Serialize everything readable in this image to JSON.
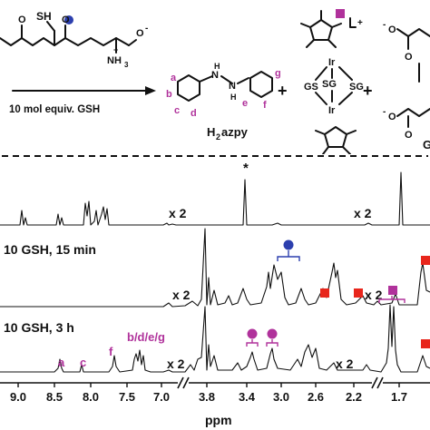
{
  "scheme": {
    "thiol_label": "SH",
    "ammonium_label": "NH",
    "ammonium_sub": "3",
    "plus_charge": "+",
    "charge_minus": "-",
    "carboxylate_O": "O",
    "arrow_label": "10 mol equiv. GSH",
    "product_label_h": "H",
    "product_label_sub": "2",
    "product_label_rest": "azpy",
    "proton_labels": [
      "a",
      "b",
      "c",
      "d",
      "e",
      "f",
      "g"
    ],
    "nh_label": "N",
    "h_label": "H",
    "plus_signs": [
      "+",
      "+"
    ],
    "metal_label": "Ir",
    "bridging_s": [
      "GS",
      "SG",
      "SG"
    ],
    "complex_charge": "+",
    "partial_label": "G"
  },
  "spectra": {
    "traces": [
      {
        "label": "",
        "scale_labels": [
          "x 2",
          "x 2"
        ]
      },
      {
        "label": "10 GSH, 15 min",
        "scale_labels": [
          "x 2",
          "x 2"
        ]
      },
      {
        "label": "10 GSH, 3 h",
        "scale_labels": [
          "x 2",
          "x 2"
        ]
      }
    ],
    "peak_annotations": {
      "star": "*",
      "top_trace": [
        "a",
        "c",
        "f",
        "b/d/e/g"
      ]
    },
    "x_axis": {
      "ticks": [
        "9.0",
        "8.5",
        "8.0",
        "7.5",
        "7.0",
        "3.8",
        "3.4",
        "3.0",
        "2.6",
        "2.2",
        "1.7"
      ],
      "label": "ppm"
    },
    "colors": {
      "magenta": "#b0329b",
      "red": "#e8261c",
      "blue": "#2c3fae",
      "ink": "#111111"
    }
  }
}
